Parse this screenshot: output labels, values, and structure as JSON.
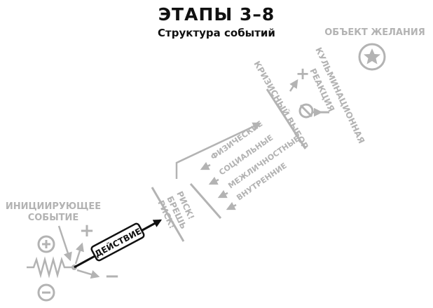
{
  "title": "ЭТАПЫ 3–8",
  "subtitle": "Структура событий",
  "nodes": {
    "inciting_event_line1": "ИНИЦИИРУЮЩЕЕ",
    "inciting_event_line2": "СОБЫТИЕ",
    "action": "ДЕЙСТВИЕ",
    "risk_line1": "РИСК!",
    "risk_line2": "БРЕШЬ",
    "risk_line3": "РИСК!",
    "crisis_choice": "КРИЗИСНЫЙ ВЫБОР",
    "climax_line1": "КУЛЬМИНАЦИОННАЯ",
    "climax_line2": "РЕАКЦИЯ",
    "object_of_desire": "ОБЪЕКТ ЖЕЛАНИЯ"
  },
  "conflict_levels": [
    "ФИЗИЧЕСКИЕ",
    "СОЦИАЛЬНЫЕ",
    "МЕЖЛИЧНОСТНЫЕ",
    "ВНУТРЕННИЕ"
  ],
  "symbols": {
    "plus": "+",
    "minus": "−"
  },
  "colors": {
    "gray": "#b3b3b3",
    "black": "#111111"
  },
  "icons": [
    "plus-circle-icon",
    "minus-circle-icon",
    "star-circle-icon",
    "zigzag-spring-icon",
    "crossed-circle-icon"
  ]
}
